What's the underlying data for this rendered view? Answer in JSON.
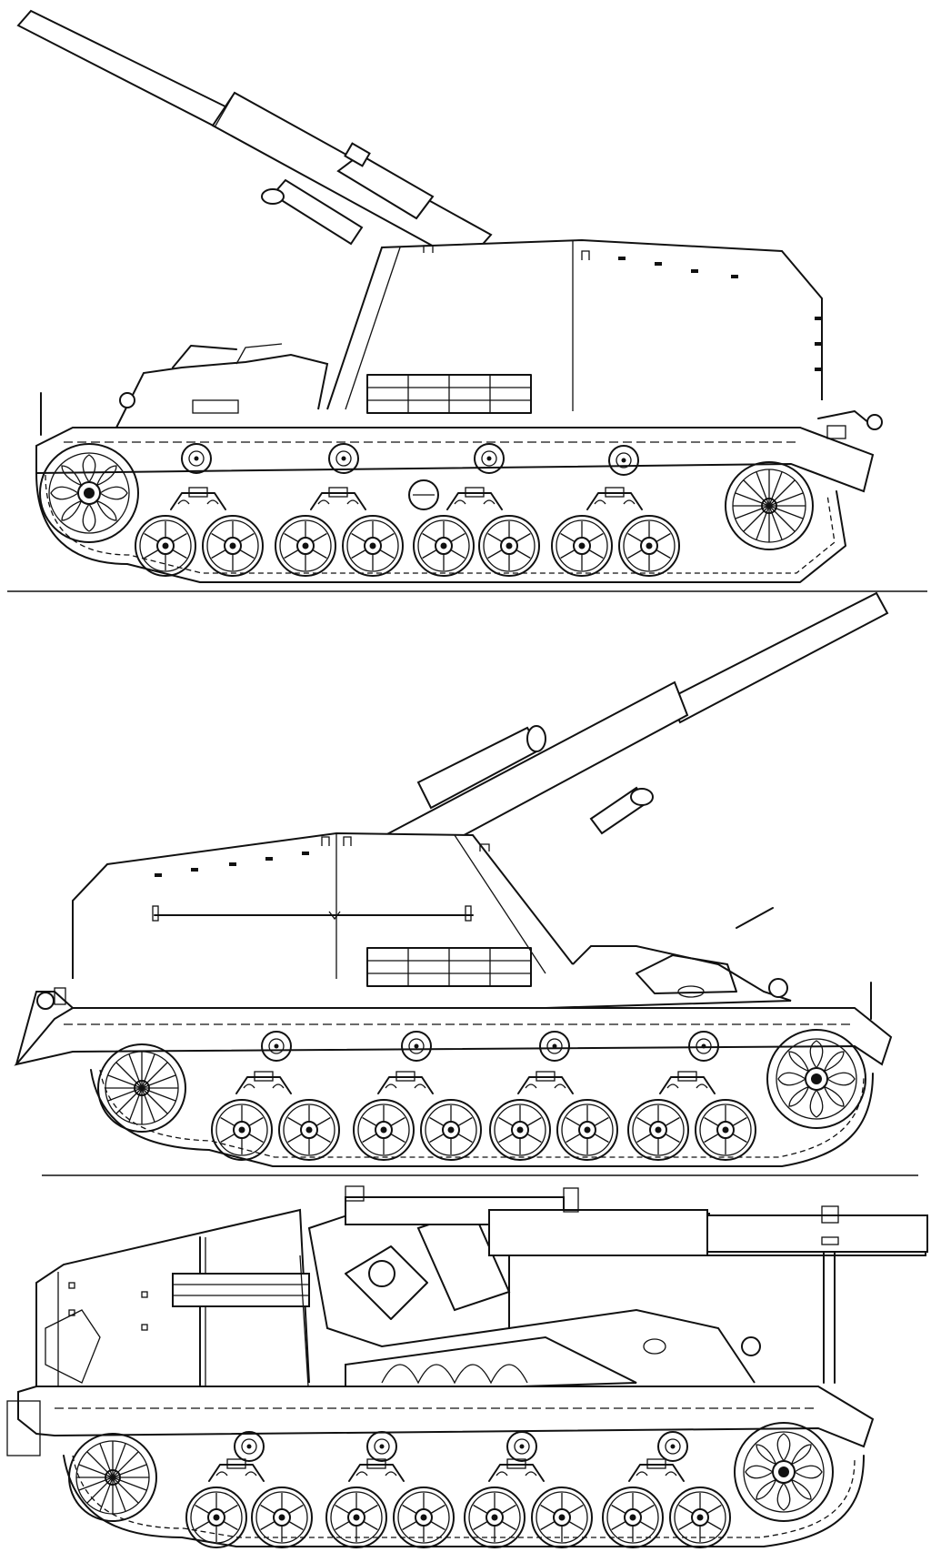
{
  "drawing": {
    "subject": "self-propelled-howitzer",
    "views": [
      {
        "id": "left-side",
        "facing": "right",
        "casemate": "closed",
        "gun": "elevated"
      },
      {
        "id": "right-side",
        "facing": "left",
        "casemate": "closed",
        "gun": "elevated"
      },
      {
        "id": "cutaway-side",
        "facing": "right",
        "casemate": "cutaway",
        "gun": "horizontal"
      }
    ],
    "chassis": {
      "road_wheels_per_side": 8,
      "return_rollers_per_side": 4,
      "drive_sprocket": "front",
      "idler": "rear"
    },
    "line_color": "#111111",
    "background_color": "#ffffff"
  }
}
